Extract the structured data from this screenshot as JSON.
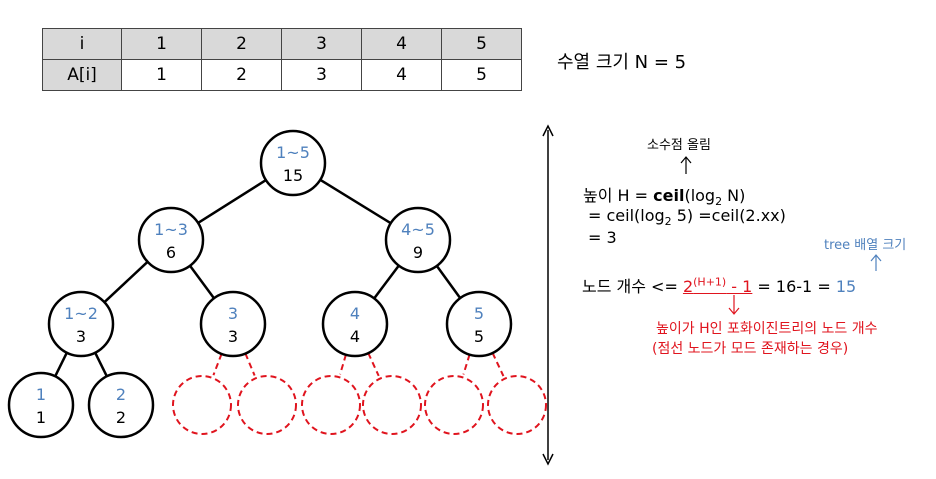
{
  "array_table": {
    "row_index_label": "i",
    "row_value_label": "A[i]",
    "indices": [
      "1",
      "2",
      "3",
      "4",
      "5"
    ],
    "values": [
      "1",
      "2",
      "3",
      "4",
      "5"
    ]
  },
  "sequence_size_text": "수열 크기 N = 5",
  "tree": {
    "nodes": [
      {
        "range": "1~5",
        "value": "15"
      },
      {
        "range": "1~3",
        "value": "6"
      },
      {
        "range": "4~5",
        "value": "9"
      },
      {
        "range": "1~2",
        "value": "3"
      },
      {
        "range": "3",
        "value": "3"
      },
      {
        "range": "4",
        "value": "4"
      },
      {
        "range": "5",
        "value": "5"
      },
      {
        "range": "1",
        "value": "1"
      },
      {
        "range": "2",
        "value": "2"
      }
    ],
    "empty_node_count": 6
  },
  "colors": {
    "range_blue": "#4f81bd",
    "dashed_red": "#e0141e",
    "line_black": "#000000"
  },
  "height_formula": {
    "round_up_note": "소수점 올림",
    "line1_prefix": "높이 H = ",
    "ceil_bold": "ceil",
    "line1_log": "(log",
    "log_base": "2",
    "line1_arg": " N)",
    "line2_a": "= ceil(log",
    "line2_b": " 5) =ceil(2.xx)",
    "line3": "= 3"
  },
  "node_count": {
    "tree_array_size_note": "tree 배열 크기",
    "prefix": "노드 개수 <= ",
    "base": "2",
    "exponent": "(H+1)",
    "minus_one": " - 1",
    "middle": " = 16-1 = ",
    "result": "15",
    "explain_line1": "높이가 H인 포화이진트리의 노드 개수",
    "explain_line2": "(점선 노드가 모드 존재하는 경우)"
  }
}
